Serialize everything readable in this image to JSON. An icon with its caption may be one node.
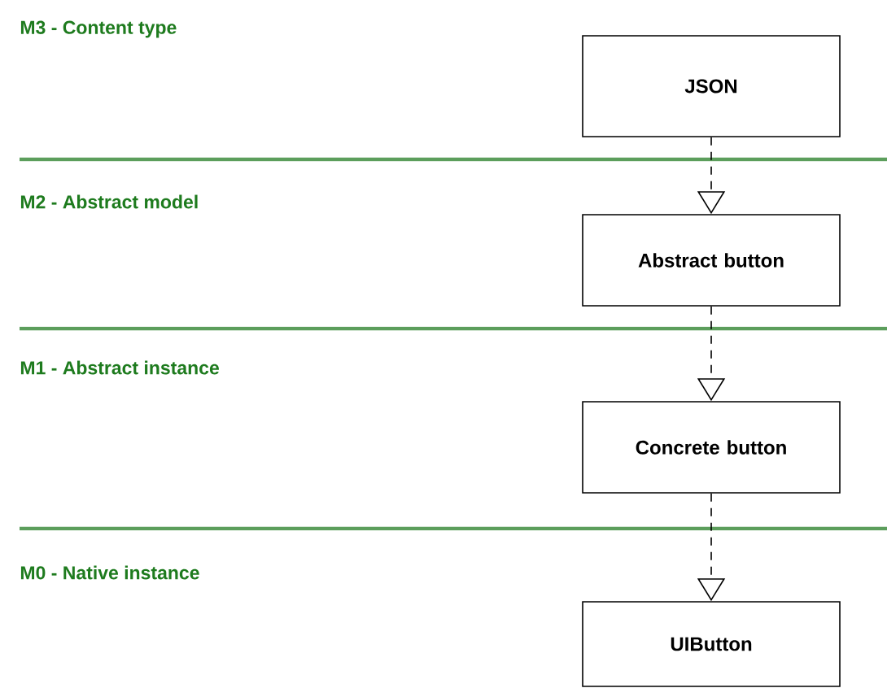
{
  "diagram": {
    "nodes": [
      {
        "text": [
          "JSON"
        ]
      },
      {
        "text": [
          "Abstract button"
        ]
      },
      {
        "text": [
          "Concrete button"
        ]
      },
      {
        "text": [
          "UIButton"
        ]
      }
    ],
    "edges": [
      {
        "from": 0,
        "to": 1,
        "arrow": "to",
        "style": "dashed"
      },
      {
        "from": 1,
        "to": 2,
        "arrow": "to",
        "style": "dashed"
      },
      {
        "from": 2,
        "to": 3,
        "arrow": "to",
        "style": "dashed"
      }
    ],
    "labels": [
      "M3 - Content type",
      "M2 - Abstract model",
      "M1 - Abstract instance",
      "M0 - Native instance"
    ]
  }
}
